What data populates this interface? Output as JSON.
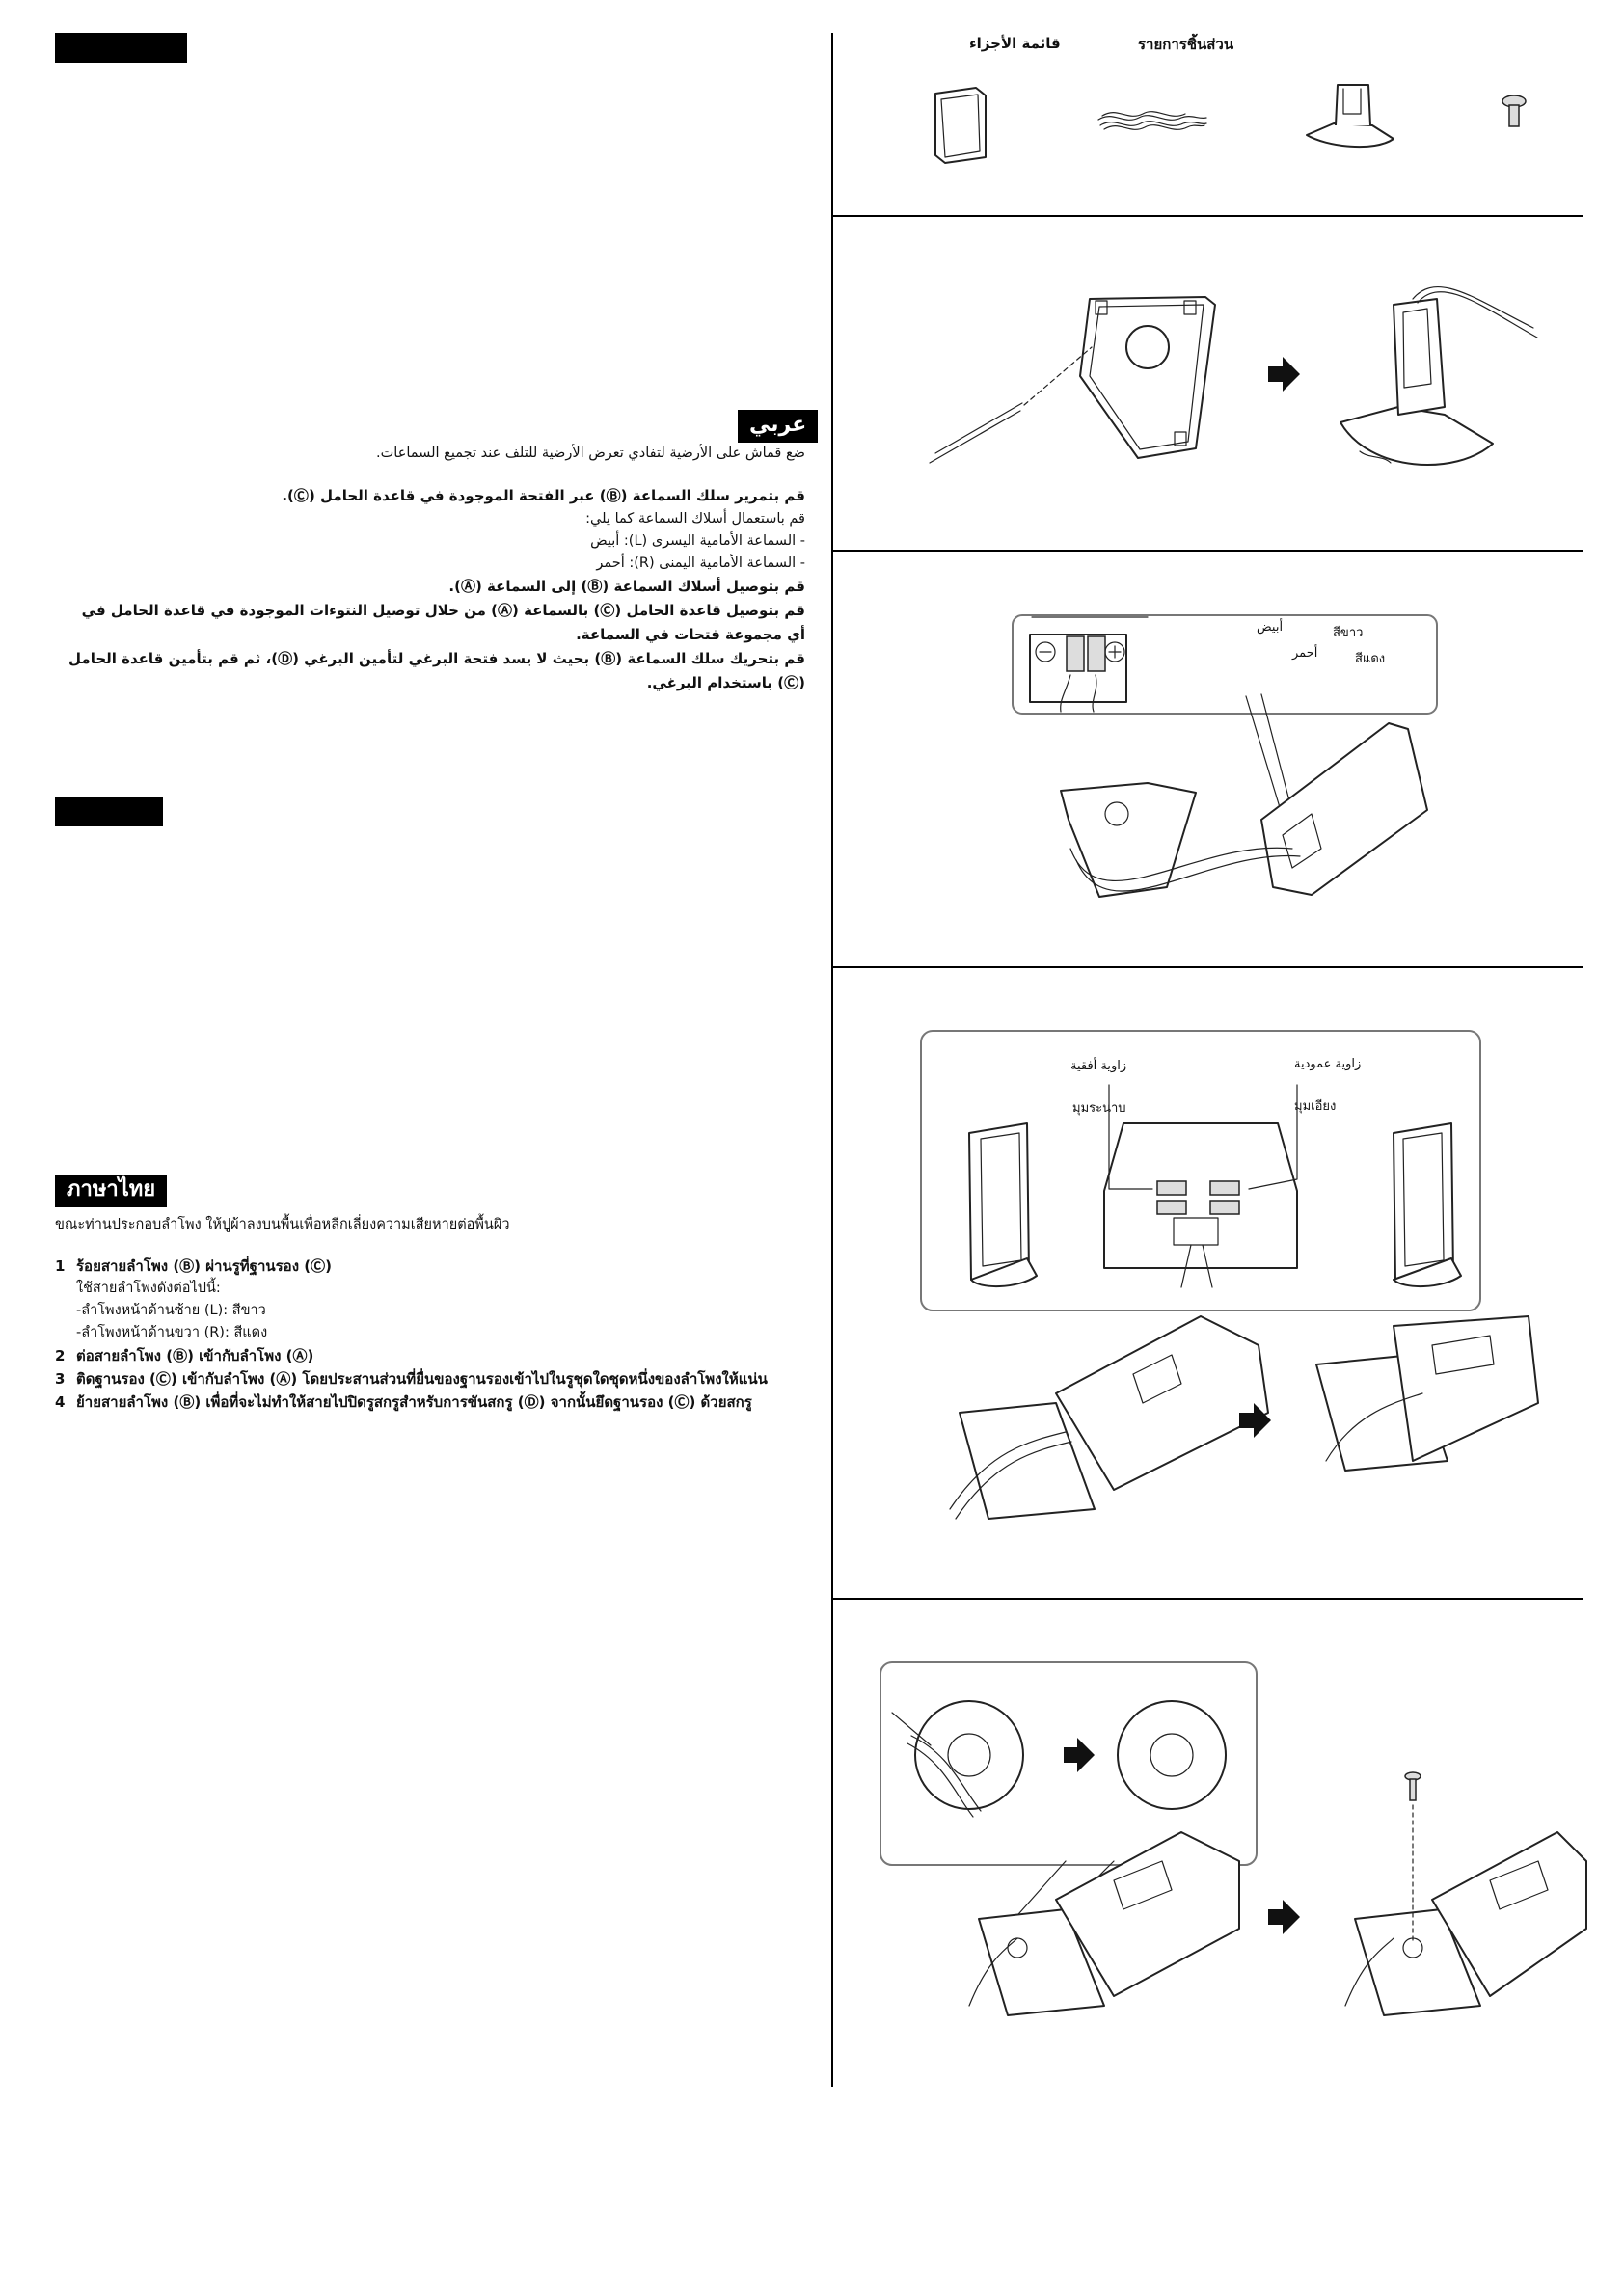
{
  "arabic": {
    "tag": "عربي",
    "intro": "ضع قماش على الأرضية لتفادي تعرض الأرضية للتلف عند تجميع السماعات.",
    "step1": "قم بتمرير سلك السماعة (Ⓑ) عبر الفتحة الموجودة في قاعدة الحامل (Ⓒ).",
    "step1_sub1": "قم باستعمال أسلاك السماعة كما يلي:",
    "step1_sub2": "- السماعة الأمامية اليسرى (L): أبيض",
    "step1_sub3": "- السماعة الأمامية اليمنى (R): أحمر",
    "step2": "قم بتوصيل أسلاك السماعة (Ⓑ) إلى السماعة (Ⓐ).",
    "step3": "قم بتوصيل قاعدة الحامل (Ⓒ) بالسماعة (Ⓐ) من خلال توصيل النتوءات الموجودة في قاعدة الحامل في أي مجموعة فتحات في السماعة.",
    "step4": "قم بتحريك سلك السماعة (Ⓑ) بحيث لا يسد فتحة البرغي لتأمين البرغي (Ⓓ)، ثم قم بتأمين قاعدة الحامل (Ⓒ) باستخدام البرغي."
  },
  "thai": {
    "tag": "ภาษาไทย",
    "intro": "ขณะท่านประกอบลำโพง ให้ปูผ้าลงบนพื้นเพื่อหลีกเลี่ยงความเสียหายต่อพื้นผิว",
    "steps": [
      {
        "num": "1",
        "text": "ร้อยสายลำโพง (Ⓑ) ผ่านรูที่ฐานรอง (Ⓒ)"
      },
      {
        "num": "2",
        "text": "ต่อสายลำโพง (Ⓑ) เข้ากับลำโพง (Ⓐ)"
      },
      {
        "num": "3",
        "text": "ติดฐานรอง (Ⓒ) เข้ากับลำโพง (Ⓐ) โดยประสานส่วนที่ยื่นของฐานรองเข้าไปในรูชุดใดชุดหนึ่งของลำโพงให้แน่น"
      },
      {
        "num": "4",
        "text": "ย้ายสายลำโพง (Ⓑ) เพื่อที่จะไม่ทำให้สายไปปิดรูสกรูสำหรับการขันสกรู (Ⓓ) จากนั้นยึดฐานรอง (Ⓒ) ด้วยสกรู"
      }
    ],
    "step1_sub1": "ใช้สายลำโพงดังต่อไปนี้:",
    "step1_sub2": "-ลำโพงหน้าด้านซ้าย (L): สีขาว",
    "step1_sub3": "-ลำโพงหน้าด้านขวา (R): สีแดง"
  },
  "parts": {
    "label_ar": "قائمة الأجزاء",
    "label_th": "รายการชิ้นส่วน"
  },
  "wire_colors": {
    "white_ar": "أبيض",
    "white_th": "สีขาว",
    "red_ar": "أحمر",
    "red_th": "สีแดง"
  },
  "angles": {
    "horizontal_ar": "زاوية أفقية",
    "horizontal_th": "มุมระนาบ",
    "vertical_ar": "زاوية عمودية",
    "vertical_th": "มุมเอียง"
  }
}
